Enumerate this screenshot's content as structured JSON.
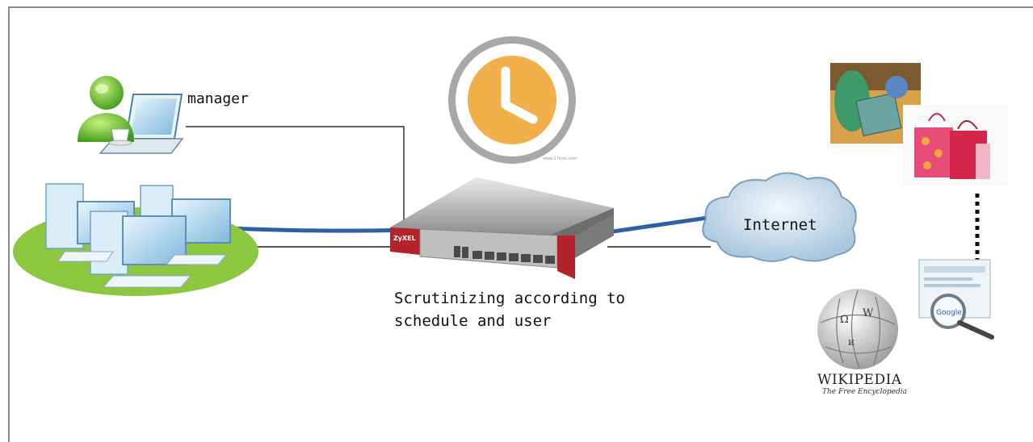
{
  "diagram": {
    "manager_label": "manager",
    "caption_line1": "Scrutinizing according to",
    "caption_line2": "schedule and user",
    "internet_label": "Internet",
    "router_brand": "ZyXEL",
    "clock_watermark": "www.17icon.com",
    "wikipedia_word": "WIKIPEDIA",
    "wikipedia_tagline": "The Free Encyclopedia",
    "search_brand": "Google"
  },
  "colors": {
    "link_blue": "#2f5fa7",
    "cloud": "#c9dcec",
    "clock_face": "#f2b04a",
    "clock_ring": "#a8a8a8",
    "lan_grass": "#8dc63f",
    "router_red": "#b5232a"
  },
  "icons": [
    "manager-user-icon",
    "laptop-icon",
    "desktop-pc-icon",
    "clock-icon",
    "router-icon",
    "internet-cloud-icon",
    "shopping-bags-icon",
    "online-banking-icon",
    "wikipedia-globe-icon",
    "search-magnifier-icon"
  ]
}
